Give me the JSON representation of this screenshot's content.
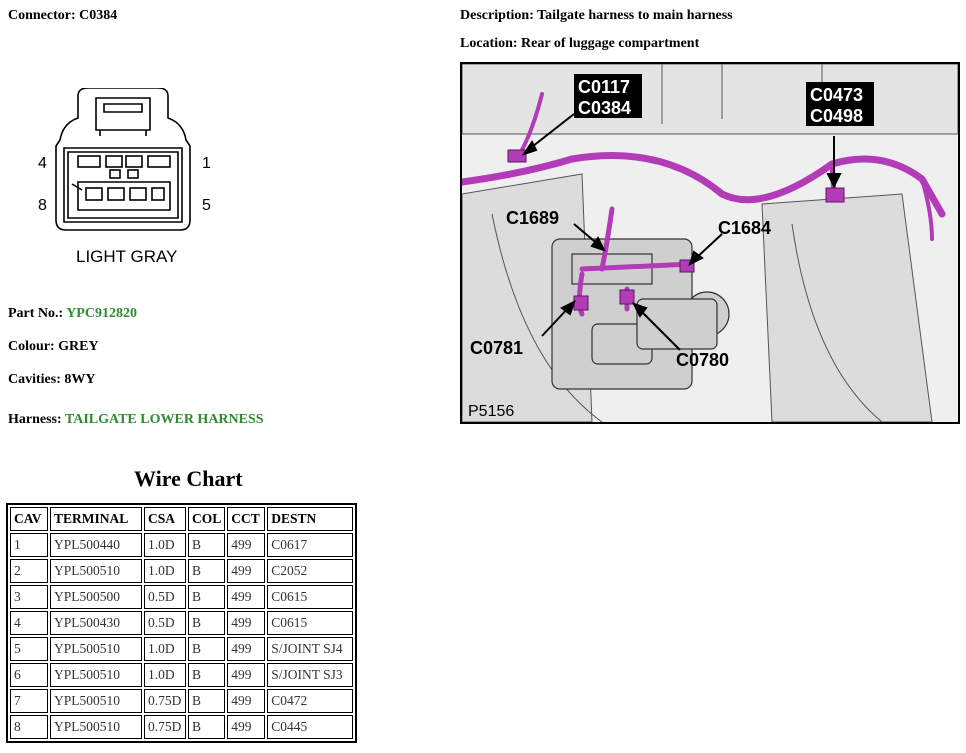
{
  "header": {
    "connector": "Connector: C0384",
    "description": "Description: Tailgate harness to main harness",
    "location": "Location: Rear of luggage compartment"
  },
  "diagram": {
    "pin_left_top": "4",
    "pin_right_top": "1",
    "pin_left_bottom": "8",
    "pin_right_bottom": "5",
    "color_label": "LIGHT GRAY"
  },
  "photo": {
    "labels": {
      "c0117": "C0117",
      "c0384": "C0384",
      "c0473": "C0473",
      "c0498": "C0498",
      "c1689": "C1689",
      "c1684": "C1684",
      "c0781": "C0781",
      "c0780": "C0780",
      "ref": "P5156"
    },
    "harness_color": "#b23bb8"
  },
  "details": {
    "part_no_label": "Part No.:",
    "part_no_value": "YPC912820",
    "colour": "Colour: GREY",
    "cavities": "Cavities: 8WY",
    "harness_label": "Harness:",
    "harness_value": "TAILGATE LOWER HARNESS",
    "accent_color": "#2e8b2e"
  },
  "wire_chart": {
    "title": "Wire Chart",
    "columns": [
      "CAV",
      "TERMINAL",
      "CSA",
      "COL",
      "CCT",
      "DESTN"
    ],
    "rows": [
      [
        "1",
        "YPL500440",
        "1.0D",
        "B",
        "499",
        "C0617"
      ],
      [
        "2",
        "YPL500510",
        "1.0D",
        "B",
        "499",
        "C2052"
      ],
      [
        "3",
        "YPL500500",
        "0.5D",
        "B",
        "499",
        "C0615"
      ],
      [
        "4",
        "YPL500430",
        "0.5D",
        "B",
        "499",
        "C0615"
      ],
      [
        "5",
        "YPL500510",
        "1.0D",
        "B",
        "499",
        "S/JOINT SJ4"
      ],
      [
        "6",
        "YPL500510",
        "1.0D",
        "B",
        "499",
        "S/JOINT SJ3"
      ],
      [
        "7",
        "YPL500510",
        "0.75D",
        "B",
        "499",
        "C0472"
      ],
      [
        "8",
        "YPL500510",
        "0.75D",
        "B",
        "499",
        "C0445"
      ]
    ]
  }
}
